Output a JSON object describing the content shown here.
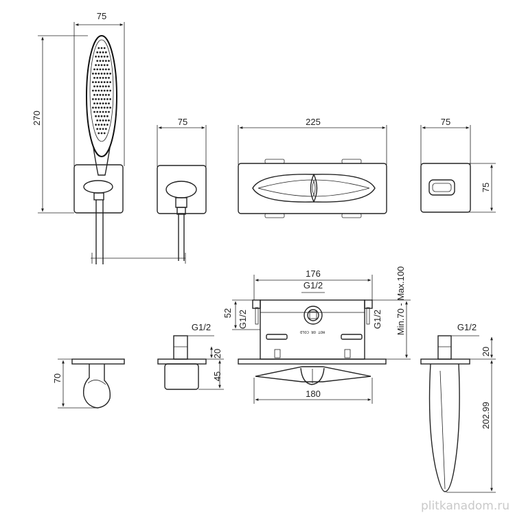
{
  "dimensions": {
    "handshower_width": "75",
    "handshower_height": "270",
    "holder_width": "75",
    "mixer_width": "225",
    "diverter_width": "75",
    "diverter_height": "75",
    "box_width": "176",
    "box_inlet": "G1/2",
    "box_height": "52",
    "box_side_left": "G1/2",
    "box_side_right": "G1/2",
    "box_depth": "Min.70 - Max.100",
    "box_bottom": "180",
    "side_view_depth": "70",
    "holder_thread": "G1/2",
    "holder_flange": "20",
    "holder_body": "45",
    "spout_thread": "G1/2",
    "spout_flange": "20",
    "spout_length": "202.99"
  },
  "box_labels": {
    "inlet_text": "HOT OR COLD"
  },
  "watermark": "plitkanadom.ru"
}
